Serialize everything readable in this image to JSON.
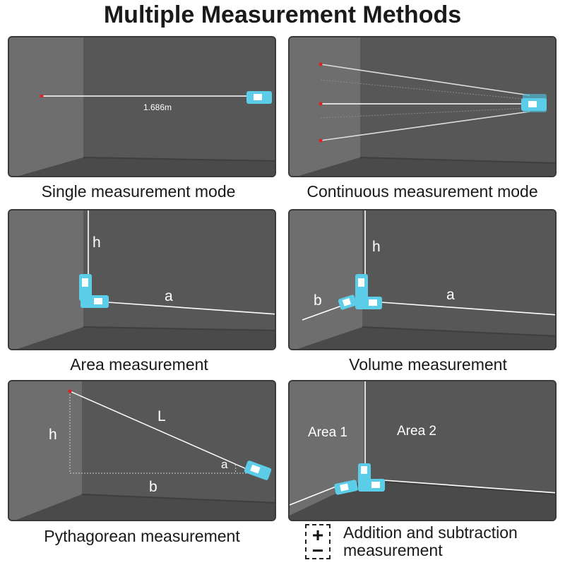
{
  "title": "Multiple Measurement Methods",
  "panels": {
    "single": {
      "caption": "Single measurement mode",
      "reading": "1.686m"
    },
    "continuous": {
      "caption": "Continuous measurement mode"
    },
    "area": {
      "caption": "Area measurement",
      "h": "h",
      "a": "a"
    },
    "volume": {
      "caption": "Volume measurement",
      "h": "h",
      "a": "a",
      "b": "b"
    },
    "pythagorean": {
      "caption": "Pythagorean measurement",
      "h": "h",
      "L": "L",
      "b": "b",
      "angle": "a"
    },
    "addition": {
      "area1": "Area 1",
      "area2": "Area 2",
      "line1": "Addition and subtraction",
      "line2": "measurement",
      "plus": "+",
      "minus": "−"
    }
  },
  "colors": {
    "device": "#5ccde8",
    "laser_dot": "#e02020",
    "wall_back": "#575757",
    "wall_side": "#6e6e6e",
    "floor": "#4a4a4a"
  }
}
